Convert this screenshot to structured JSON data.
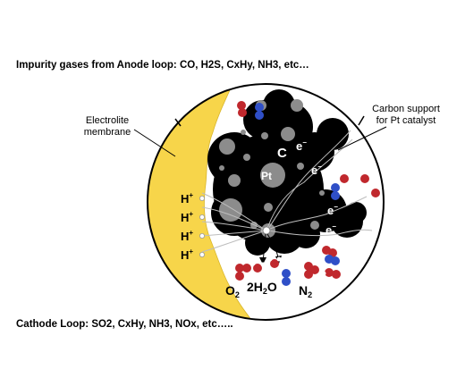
{
  "captions": {
    "top": "Impurity gases from Anode loop: CO, H2S, CxHy, NH3, etc…",
    "bottom": "Cathode Loop: SO2, CxHy, NH3, NOx, etc….."
  },
  "labels": {
    "electrolite_line1": "Electrolite",
    "electrolite_line2": "membrane",
    "carbon_line1": "Carbon support",
    "carbon_line2": "for Pt catalyst",
    "carbon": "C",
    "pt": "Pt",
    "electron": "e",
    "proton": "H",
    "plus": "+",
    "minus": "−",
    "o2_base": "O",
    "o2_sub": "2",
    "water": "2H",
    "water_sub": "2",
    "water_end": "O",
    "n2_base": "N",
    "n2_sub": "2"
  },
  "colors": {
    "membrane": "#f7d54a",
    "carbon": "#000000",
    "platinum": "#8c8c8c",
    "oxygen": "#c0282d",
    "nitrogen": "#2f4fc7",
    "hydrogen": "#ffffff"
  }
}
